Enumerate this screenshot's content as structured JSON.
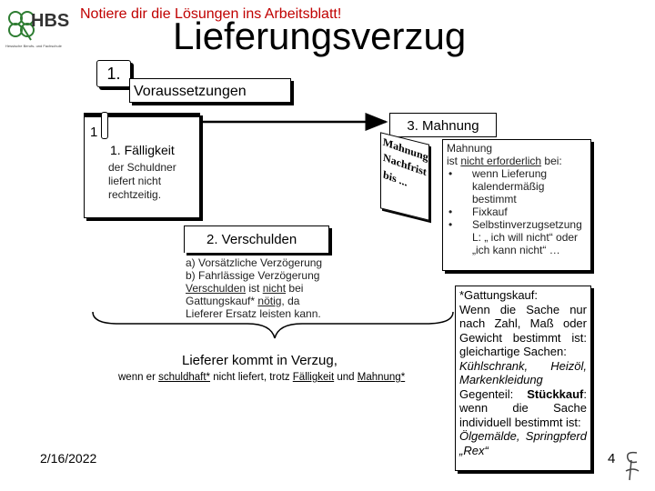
{
  "instruction": "Notiere dir die Lösungen ins Arbeitsblatt!",
  "logo": {
    "text": "HBS",
    "subtitle": "Hessische Berufs- und Fachschule"
  },
  "title": "Lieferungsverzug",
  "step_number": "1.",
  "voraussetzungen": "Voraussetzungen",
  "mahnung_header": "3. Mahnung",
  "clip_number": "1",
  "faelligkeit": {
    "title": "1. Fälligkeit",
    "text": "der Schuldner liefert nicht rechtzeitig."
  },
  "stamp": {
    "line1": "Mahnung!",
    "line2": "Nachfrist",
    "line3": "bis ..."
  },
  "mahnung_box": {
    "line1": "Mahnung",
    "line2_pre": "ist ",
    "line2_u": "nicht erforderlich",
    "line2_post": " bei:",
    "items": [
      "wenn Lieferung kalendermäßig bestimmt",
      "Fixkauf",
      "Selbstinverzugsetzung"
    ],
    "quote": "L: „ ich will nicht“ oder „ich kann nicht“ …"
  },
  "verschulden": {
    "title": "2. Verschulden",
    "line_a": "a) Vorsätzliche Verzögerung",
    "line_b": "b) Fahrlässige Verzögerung",
    "line_c_u1": "Verschulden",
    "line_c_mid": " ist ",
    "line_c_u2": "nicht",
    "line_c_end": " bei",
    "line_d_pre": "Gattungskauf* ",
    "line_d_u": "nötig",
    "line_d_post": ", da",
    "line_e": "Lieferer Ersatz leisten kann."
  },
  "conclusion": {
    "headline": "Lieferer kommt in Verzug,",
    "p1": "wenn er ",
    "u1": "schuldhaft*",
    "p2": " nicht liefert, trotz ",
    "u2": "Fälligkeit",
    "p3": " und ",
    "u3": "Mahnung*"
  },
  "gattungskauf": {
    "title": "*Gattungskauf:",
    "body": "Wenn die Sache nur nach Zahl, Maß oder Gewicht bestimmt ist: gleichartige Sachen:",
    "examples": "Kühlschrank, Heizöl, Markenkleidung",
    "gegenteil_pre": "Gegenteil: ",
    "gegenteil_b": "Stückkauf",
    "gegenteil_post": ": wenn die Sache individuell bestimmt ist:",
    "examples2": "Ölgemälde, Springpferd „Rex“"
  },
  "date": "2/16/2022",
  "page_number": "4"
}
